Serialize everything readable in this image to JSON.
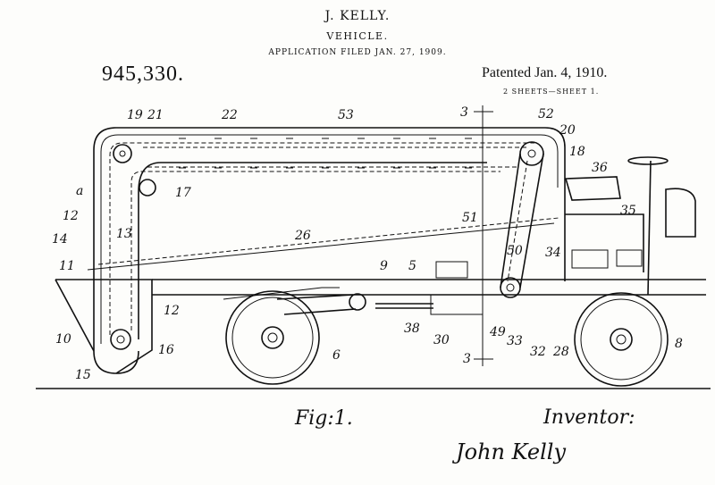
{
  "header": {
    "inventor_name": "J. KELLY.",
    "title": "VEHICLE.",
    "application": "APPLICATION FILED JAN. 27, 1909.",
    "patent_number": "945,330.",
    "patented": "Patented Jan. 4, 1910.",
    "sheets": "2 SHEETS—SHEET 1."
  },
  "figure": {
    "caption": "Fig:1.",
    "inventor_label": "Inventor:",
    "signature": "John Kelly"
  },
  "reference_numerals": {
    "n19": "19",
    "n21": "21",
    "n22": "22",
    "n53": "53",
    "n3a": "3",
    "n52": "52",
    "n20": "20",
    "n18": "18",
    "n36": "36",
    "na": "a",
    "n17": "17",
    "n12a": "12",
    "n14": "14",
    "n13": "13",
    "n26": "26",
    "n51": "51",
    "n35": "35",
    "n11": "11",
    "n9": "9",
    "n5": "5",
    "n50": "50",
    "n34": "34",
    "n12b": "12",
    "n10": "10",
    "n38": "38",
    "n30": "30",
    "n49": "49",
    "n33": "33",
    "n32": "32",
    "n28": "28",
    "n8": "8",
    "n6": "6",
    "n16": "16",
    "n15": "15",
    "n3b": "3"
  }
}
